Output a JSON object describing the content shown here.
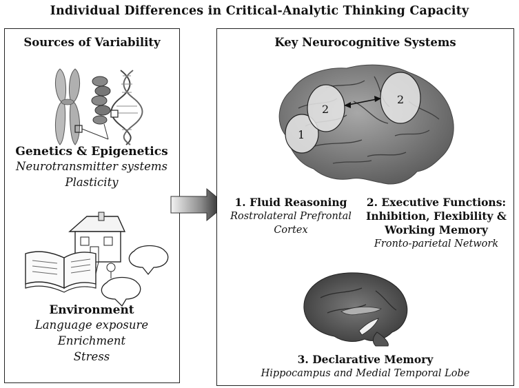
{
  "title": "Individual Differences in Critical-Analytic Thinking Capacity",
  "left_panel": {
    "heading": "Sources of Variability",
    "genetics": {
      "heading": "Genetics & Epigenetics",
      "items": [
        "Neurotransmitter systems",
        "Plasticity"
      ]
    },
    "environment": {
      "heading": "Environment",
      "items": [
        "Language exposure",
        "Enrichment",
        "Stress"
      ]
    }
  },
  "right_panel": {
    "heading": "Key Neurocognitive Systems",
    "brain_markers": [
      "1",
      "2",
      "2"
    ],
    "systems": [
      {
        "title": "1. Fluid Reasoning",
        "subtitle_lines": [
          "Rostrolateral Prefrontal",
          "Cortex"
        ]
      },
      {
        "title_lines": [
          "2. Executive Functions:",
          "Inhibition, Flexibility &",
          "Working Memory"
        ],
        "subtitle": "Fronto-parietal Network"
      },
      {
        "title": "3. Declarative Memory",
        "subtitle": "Hippocampus and Medial Temporal Lobe"
      }
    ]
  }
}
